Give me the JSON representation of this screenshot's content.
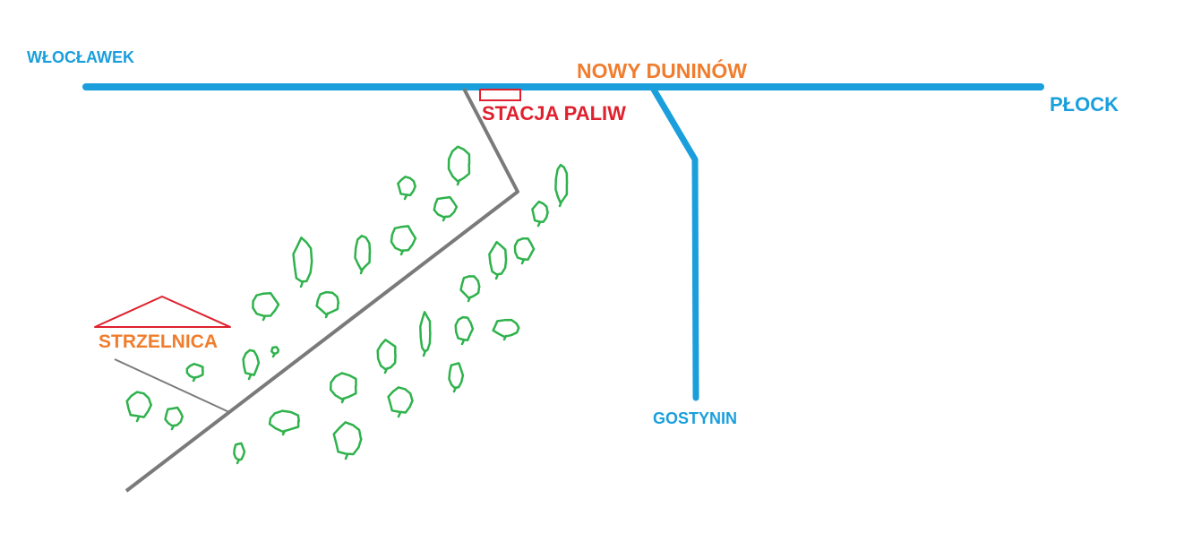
{
  "labels": {
    "wloclawek": "WŁOCŁAWEK",
    "nowy_duninow": "NOWY DUNINÓW",
    "plock": "PŁOCK",
    "stacja_paliw": "STACJA PALIW",
    "gostynin": "GOSTYNIN",
    "strzelnica": "STRZELNICA"
  },
  "colors": {
    "main_road": "#1a9fdc",
    "local_road": "#7a7a7a",
    "village_label": "#f07d2d",
    "poi_label": "#e0202e",
    "trees": "#2fb24c",
    "building_outline": "#e0202e"
  },
  "icons": {
    "fuel_station": "fuel-station-icon",
    "shooting_range_roof": "shooting-range-roof-icon",
    "tree": "tree-icon"
  }
}
